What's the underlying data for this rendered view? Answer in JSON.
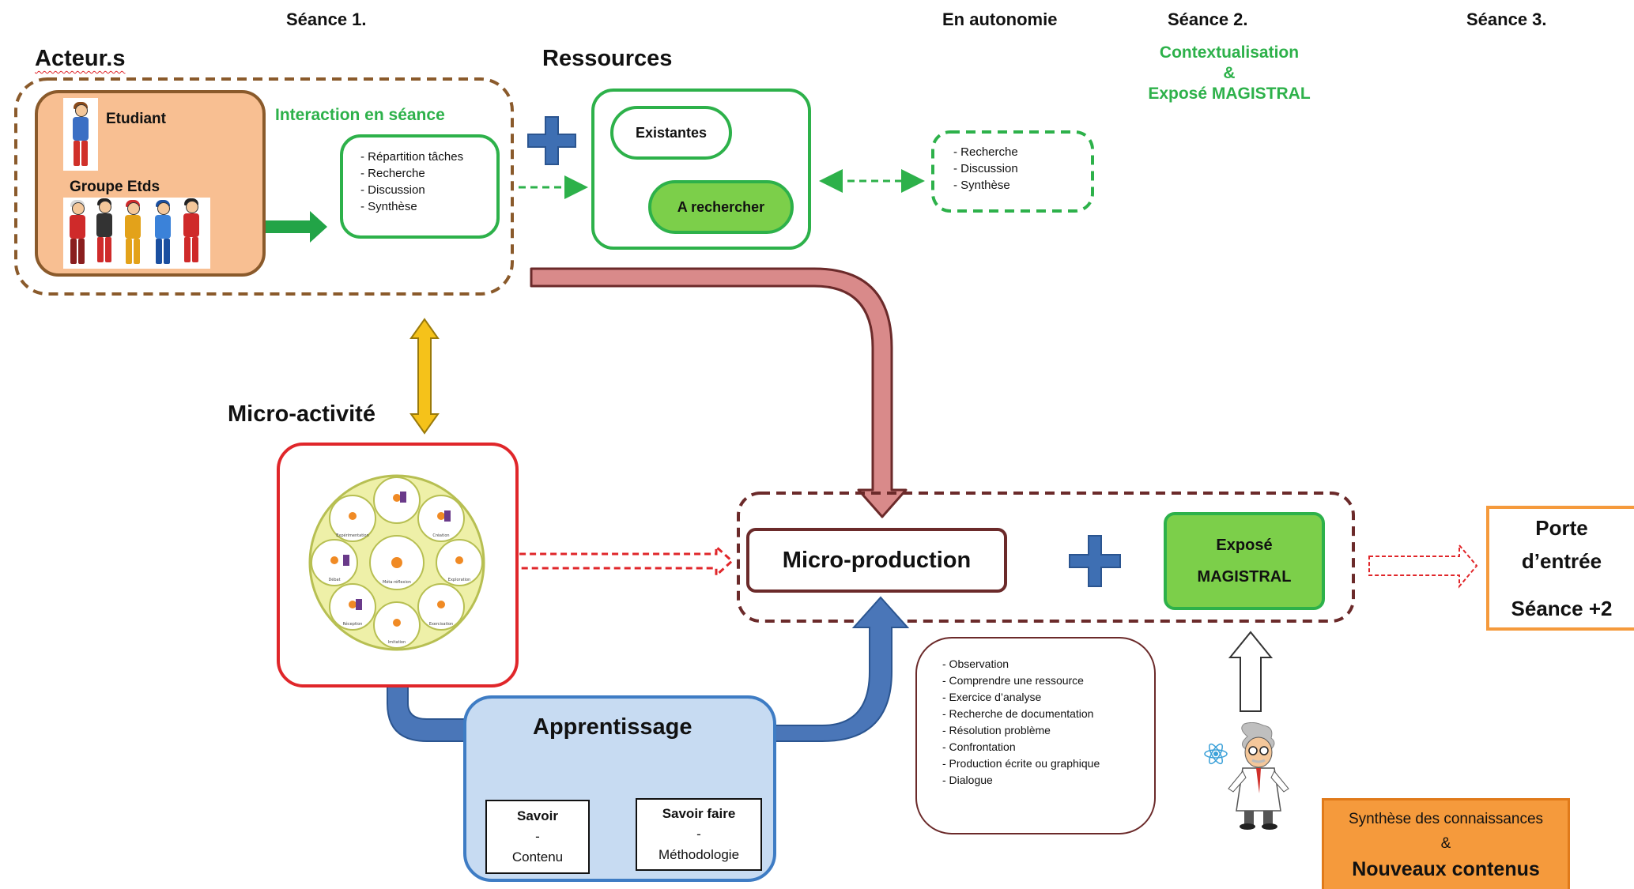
{
  "headers": {
    "seance1": "Séance 1.",
    "autonomie": "En autonomie",
    "seance2": "Séance 2.",
    "seance3": "Séance 3."
  },
  "seance2_sub": {
    "line1": "Contextualisation",
    "line2": "&",
    "line3": "Exposé MAGISTRAL"
  },
  "acteurs": {
    "title": "Acteur.s",
    "etudiant": "Etudiant",
    "groupe": "Groupe Etds"
  },
  "interaction": {
    "title": "Interaction en séance",
    "items": [
      "- Répartition tâches",
      "- Recherche",
      "-  Discussion",
      "- Synthèse"
    ]
  },
  "ressources": {
    "title": "Ressources",
    "existantes": "Existantes",
    "a_rechercher": "A rechercher"
  },
  "autonomie_box": {
    "items": [
      "- Recherche",
      "- Discussion",
      "- Synthèse"
    ]
  },
  "micro_activite": {
    "title": "Micro-activité",
    "wheel_labels": [
      "Expérimentation",
      "Création",
      "Exploration",
      "Exercisation",
      "Imitation",
      "Réception",
      "Débat",
      "Méta-réflexion"
    ]
  },
  "micro_production": {
    "label": "Micro-production"
  },
  "expose": {
    "line1": "Exposé",
    "line2": "MAGISTRAL"
  },
  "porte": {
    "line1": "Porte",
    "line2": "d’entrée",
    "line3": "Séance +2"
  },
  "apprentissage": {
    "title": "Apprentissage",
    "savoir": {
      "line1": "Savoir",
      "line2": "-",
      "line3": "Contenu"
    },
    "savoir_faire": {
      "line1": "Savoir faire",
      "line2": "-",
      "line3": "Méthodologie"
    }
  },
  "activities": {
    "items": [
      "- Observation",
      "- Comprendre une ressource",
      "- Exercice d’analyse",
      "- Recherche de documentation",
      "- Résolution problème",
      "- Confrontation",
      "- Production écrite ou graphique",
      "- Dialogue"
    ]
  },
  "synthese": {
    "line1": "Synthèse des connaissances",
    "line2": "&",
    "line3": "Nouveaux contenus"
  },
  "colors": {
    "green": "#2db14a",
    "green_fill": "#7ccf4a",
    "brown_dash": "#8a5a2b",
    "orange_fill": "#f8bf92",
    "red": "#e0262a",
    "dark_red": "#6b2a2a",
    "pink_arrow": "#d98a8a",
    "blue_arrow": "#4a76b8",
    "blue_fill": "#c7dbf2",
    "yellow": "#f5c21a",
    "orange_box": "#f59a3c"
  }
}
